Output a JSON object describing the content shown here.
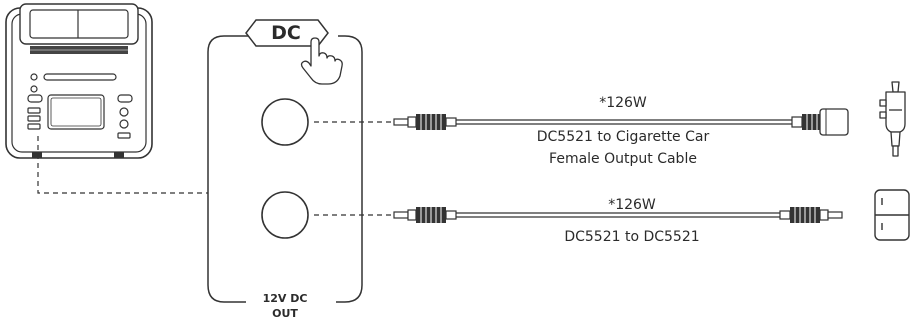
{
  "badge": {
    "label": "DC"
  },
  "panel": {
    "label_line1": "12V DC",
    "label_line2": "OUT"
  },
  "cables": [
    {
      "power": "*126W",
      "name_line1": "DC5521 to Cigarette Car",
      "name_line2": "Female Output Cable"
    },
    {
      "power": "*126W",
      "name_line1": "DC5521 to DC5521"
    }
  ],
  "icons": {
    "station": "portable-power-station-icon",
    "hand": "pointing-hand-icon",
    "car_plug": "car-cigarette-plug-icon",
    "device": "dc-device-icon"
  }
}
